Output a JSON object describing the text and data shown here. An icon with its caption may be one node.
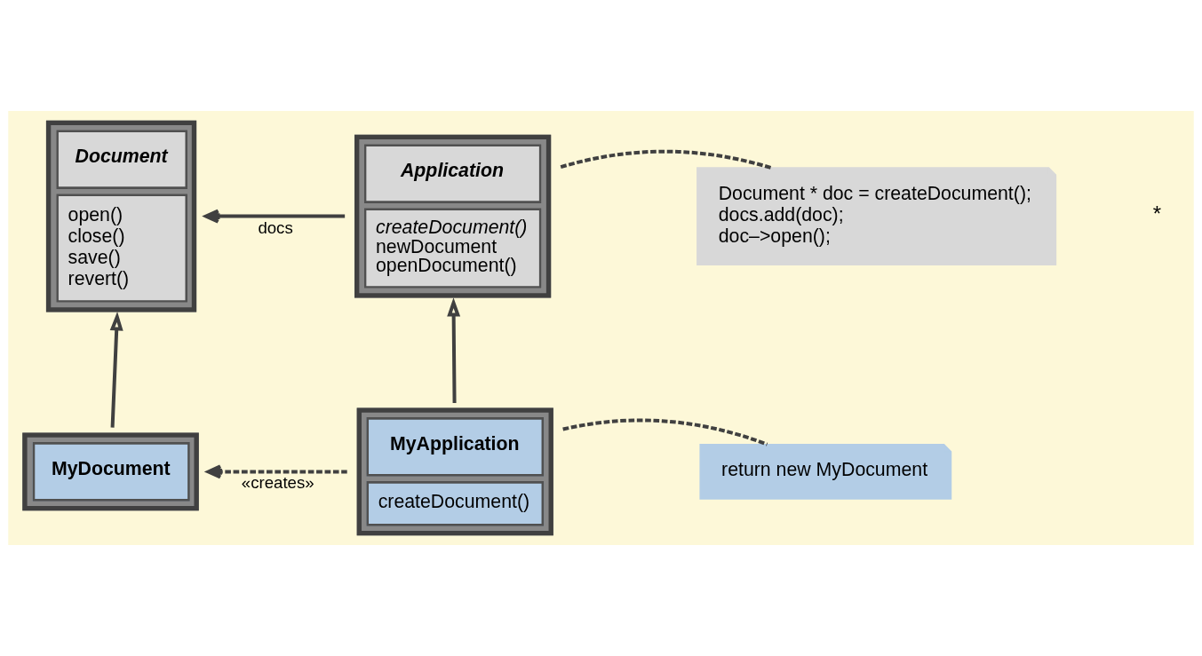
{
  "diagram": {
    "nodes": [
      {
        "text": [
          "Document",
          "open()",
          "close()",
          "save()",
          "revert()"
        ]
      },
      {
        "text": [
          "Application",
          "createDocument()",
          "newDocument",
          "openDocument()"
        ]
      },
      {
        "text": [
          "Document * doc = createDocument();",
          "docs.add(doc);",
          "doc–>open();"
        ]
      },
      {
        "text": [
          "MyDocument"
        ]
      },
      {
        "text": [
          "MyApplication",
          "createDocument()"
        ]
      },
      {
        "text": [
          "return new MyDocument"
        ]
      }
    ],
    "edges": [
      {
        "from": 1,
        "to": 0,
        "arrow": "to",
        "label": "docs"
      },
      {
        "from": 1,
        "to": 2,
        "arrow": "none",
        "style": "dashed"
      },
      {
        "from": 3,
        "to": 0,
        "arrow": "to"
      },
      {
        "from": 4,
        "to": 1,
        "arrow": "to"
      },
      {
        "from": 4,
        "to": 3,
        "arrow": "to",
        "label": "«creates»",
        "style": "dashed"
      },
      {
        "from": 4,
        "to": 5,
        "arrow": "none",
        "style": "dashed"
      }
    ],
    "labels": [
      "*"
    ]
  }
}
